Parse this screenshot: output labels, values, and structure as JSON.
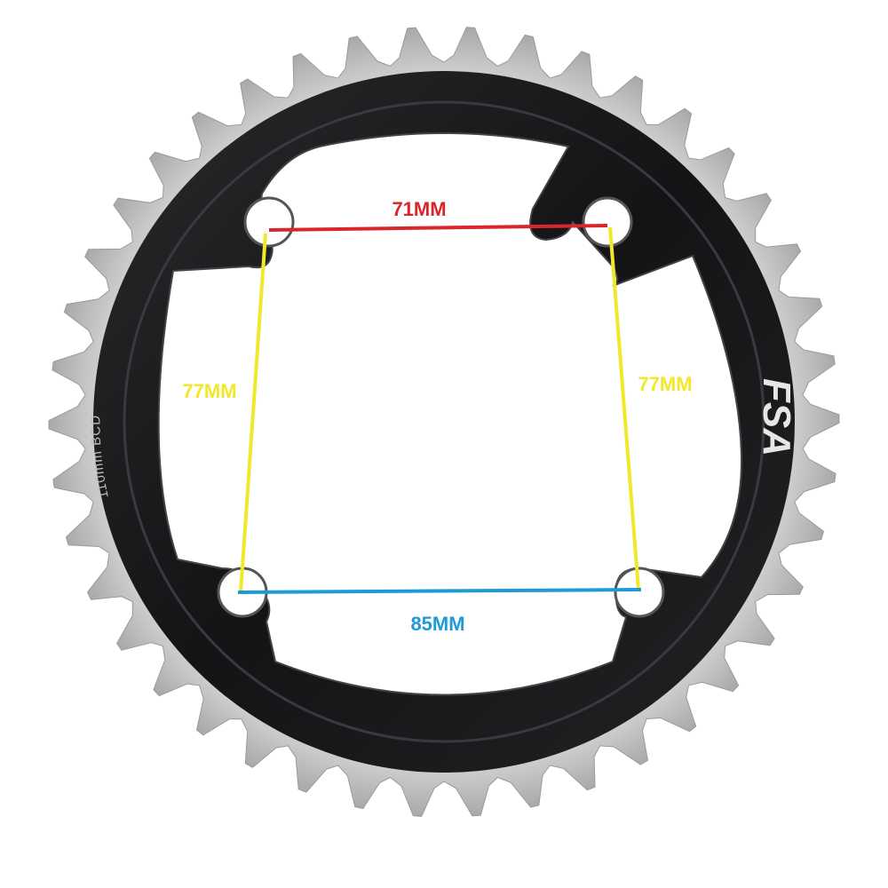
{
  "measurements": {
    "top": {
      "label": "71MM",
      "color": "#d9262c"
    },
    "left": {
      "label": "77MM",
      "color": "#f2e829"
    },
    "right": {
      "label": "77MM",
      "color": "#f2e829"
    },
    "bottom": {
      "label": "85MM",
      "color": "#1f9ad6"
    }
  },
  "chainring": {
    "bcd_text": "110mm  BCD",
    "brand_text": "FSA",
    "body_color": "#1b1b1d",
    "teeth_color": "#c9c9c9"
  }
}
